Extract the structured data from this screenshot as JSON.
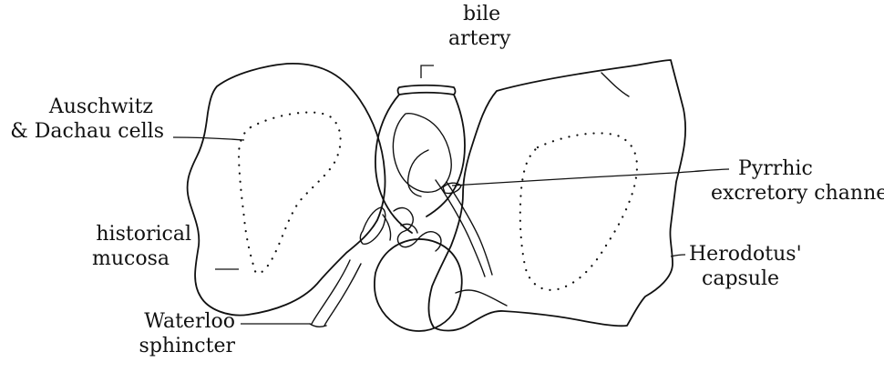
{
  "labels": {
    "bile_artery": [
      "bile",
      "artery"
    ],
    "auschwitz_dachau_cells": [
      "Auschwitz",
      "& Dachau cells"
    ],
    "historical_mucosa": [
      "historical",
      "mucosa"
    ],
    "waterloo_sphincter": [
      "Waterloo",
      "sphincter"
    ],
    "pyrrhic_excretory_channel": [
      "Pyrrhic",
      "excretory channel"
    ],
    "herodotus_capsule": [
      "Herodotus'",
      "capsule"
    ]
  },
  "colors": {
    "ink": "#111111",
    "paper": "#ffffff"
  }
}
